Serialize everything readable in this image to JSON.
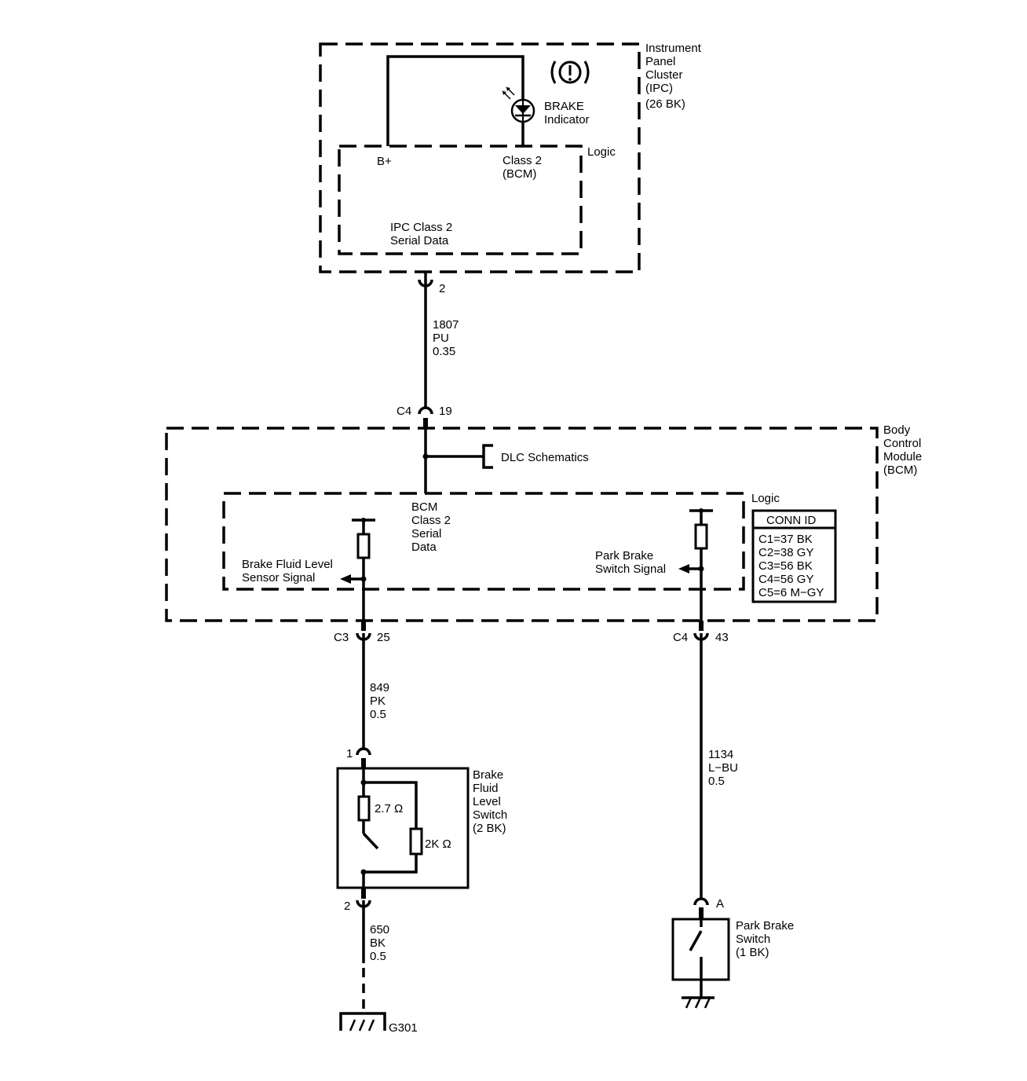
{
  "ipc": {
    "name_lines": [
      "Instrument",
      "Panel",
      "Cluster",
      "(IPC)",
      "(26 BK)"
    ],
    "logic_label": "Logic",
    "bplus_label": "B+",
    "class2_lines": [
      "Class 2",
      "(BCM)"
    ],
    "serial_lines": [
      "IPC Class 2",
      "Serial Data"
    ],
    "indicator_lines": [
      "BRAKE",
      "Indicator"
    ]
  },
  "wire_1807": {
    "pin_top": "2",
    "lines": [
      "1807",
      "PU",
      "0.35"
    ],
    "conn": "C4",
    "pin_bottom": "19"
  },
  "bcm": {
    "name_lines": [
      "Body",
      "Control",
      "Module",
      "(BCM)"
    ],
    "logic_label": "Logic",
    "dlc_label": "DLC Schematics",
    "serial_lines": [
      "BCM",
      "Class 2",
      "Serial",
      "Data"
    ],
    "brake_fluid_lines": [
      "Brake Fluid Level",
      "Sensor Signal"
    ],
    "park_brake_lines": [
      "Park Brake",
      "Switch Signal"
    ],
    "conn_id": {
      "title": "CONN ID",
      "rows": [
        "C1=37 BK",
        "C2=38 GY",
        "C3=56 BK",
        "C4=56 GY",
        "C5=6 M−GY"
      ]
    }
  },
  "wire_849": {
    "conn": "C3",
    "pin": "25",
    "lines": [
      "849",
      "PK",
      "0.5"
    ]
  },
  "wire_1134": {
    "conn": "C4",
    "pin": "43",
    "lines": [
      "1134",
      "L−BU",
      "0.5"
    ]
  },
  "brake_fluid_switch": {
    "name_lines": [
      "Brake",
      "Fluid",
      "Level",
      "Switch",
      "(2 BK)"
    ],
    "pin_top": "1",
    "pin_bottom": "2",
    "r1": "2.7 Ω",
    "r2": "2K Ω"
  },
  "wire_650": {
    "lines": [
      "650",
      "BK",
      "0.5"
    ]
  },
  "ground_g301": "G301",
  "park_brake_switch": {
    "pin": "A",
    "name_lines": [
      "Park Brake",
      "Switch",
      "(1 BK)"
    ]
  }
}
